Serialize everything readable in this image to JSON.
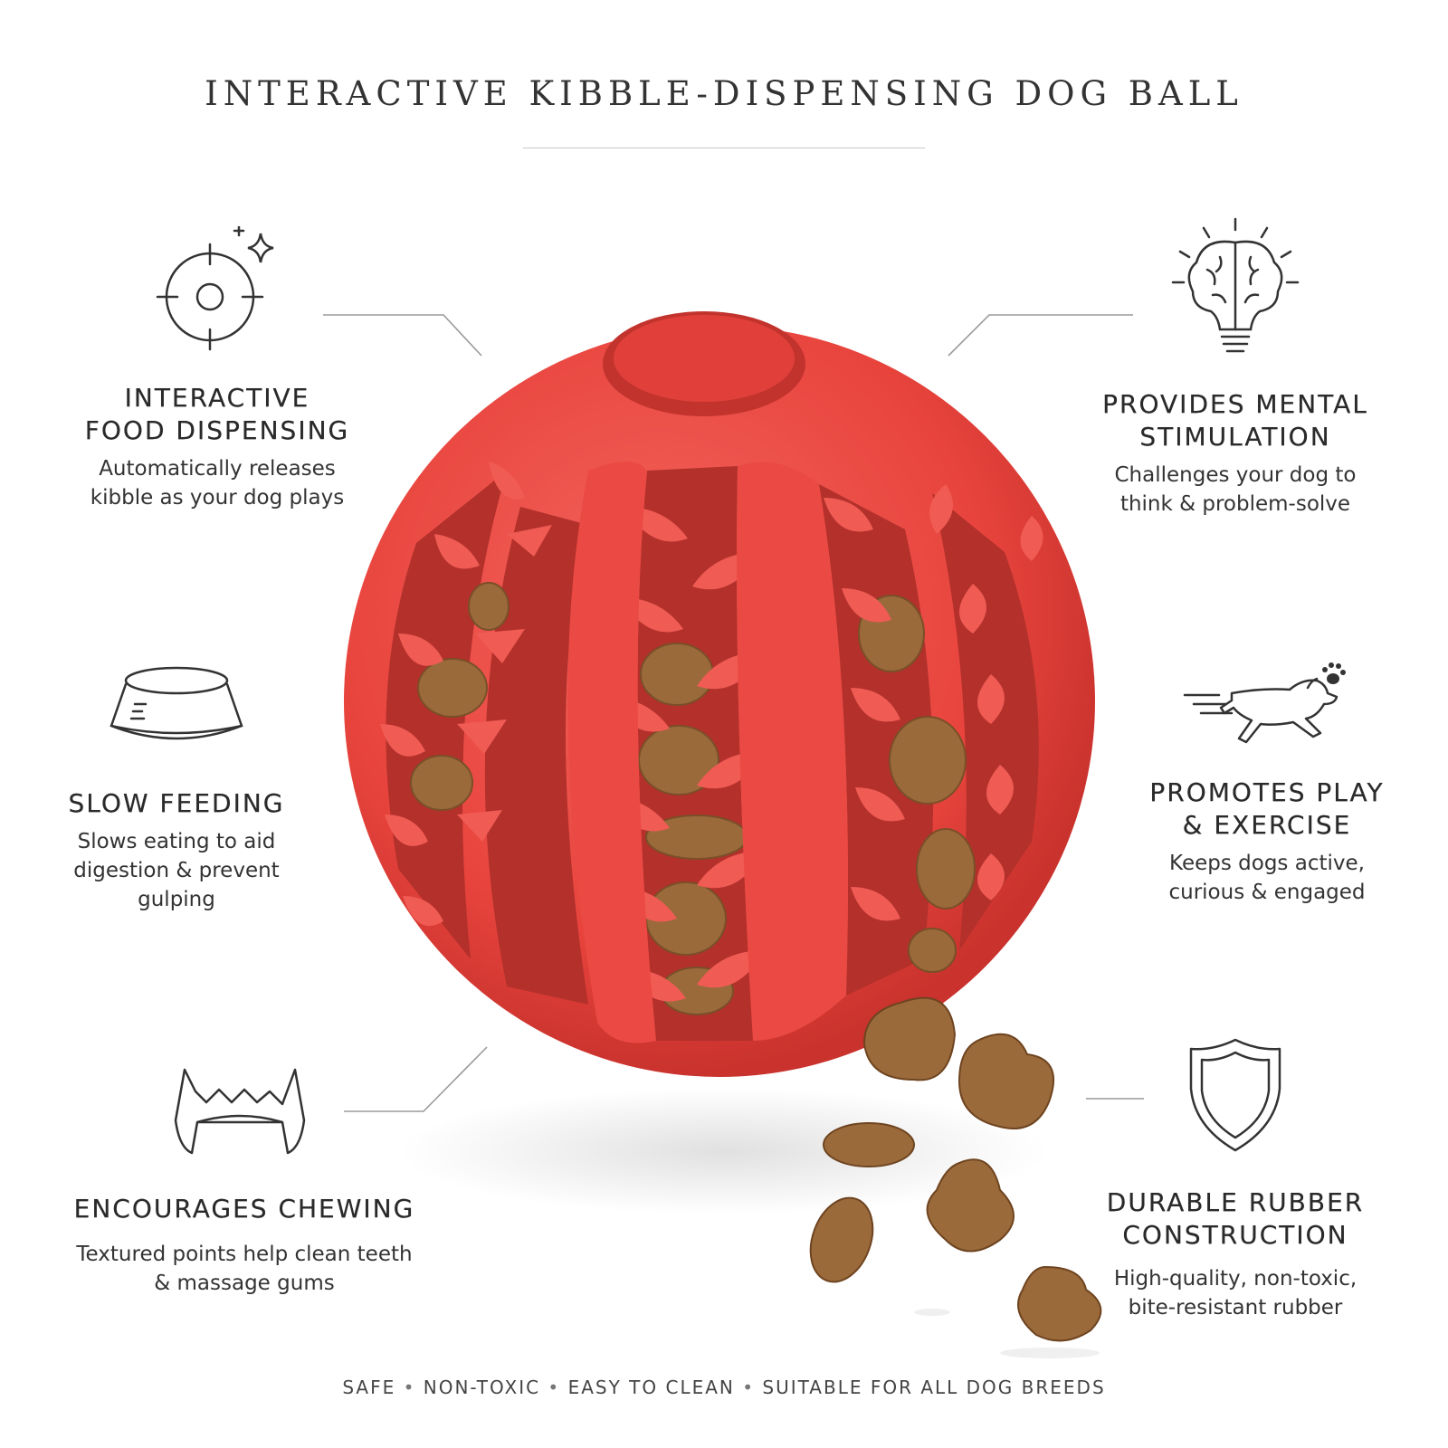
{
  "title": "INTERACTIVE KIBBLE-DISPENSING DOG BALL",
  "colors": {
    "ball": "#e8443d",
    "ball_dark": "#b92a26",
    "kibble": "#9a6a3b",
    "text": "#2e2e2e",
    "line": "#9a9a9a"
  },
  "features": [
    {
      "icon": "target-sparkle-icon",
      "heading": "INTERACTIVE\nFOOD DISPENSING",
      "body": "Automatically releases\nkibble as your dog plays"
    },
    {
      "icon": "pet-bowl-icon",
      "heading": "SLOW FEEDING",
      "body": "Slows eating to aid\ndigestion & prevent\ngulping"
    },
    {
      "icon": "teeth-icon",
      "heading": "ENCOURAGES CHEWING",
      "body": "Textured points help clean teeth\n& massage gums"
    },
    {
      "icon": "brain-lightbulb-icon",
      "heading": "PROVIDES MENTAL\nSTIMULATION",
      "body": "Challenges your dog to\nthink & problem-solve"
    },
    {
      "icon": "running-dog-icon",
      "heading": "PROMOTES PLAY\n& EXERCISE",
      "body": "Keeps dogs active,\ncurious & engaged"
    },
    {
      "icon": "shield-icon",
      "heading": "DURABLE RUBBER\nCONSTRUCTION",
      "body": "High-quality, non-toxic,\nbite-resistant rubber"
    }
  ],
  "footer": {
    "items": [
      "SAFE",
      "NON-TOXIC",
      "EASY TO CLEAN",
      "SUITABLE FOR ALL DOG BREEDS"
    ],
    "separator": "•"
  }
}
